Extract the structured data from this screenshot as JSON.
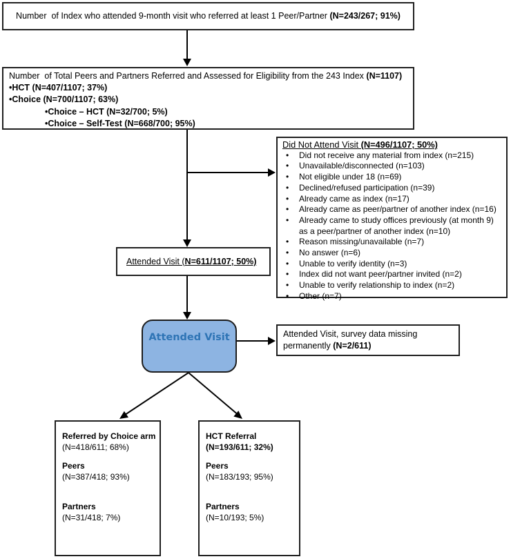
{
  "diagram_title": "Peer/Partner referral and attendance flow",
  "colors": {
    "box_border": "#1f1f1f",
    "attended_fill": "#8DB4E2",
    "attended_text": "#2E74B5",
    "arrow": "#000000",
    "background": "#ffffff"
  },
  "boxes": {
    "index": {
      "text_normal": "Number  of Index who attended 9-month visit who referred at least 1 Peer/Partner ",
      "text_bold": "(N=243/267; 91%)"
    },
    "referred": {
      "title_normal": "Number  of Total Peers and Partners Referred and Assessed for Eligibility from the 243 Index ",
      "title_bold": "(N=1107)",
      "bullets": [
        "•HCT (N=407/1107; 37%)",
        "•Choice (N=700/1107; 63%)",
        "•Choice – HCT (N=32/700; 5%)",
        "•Choice – Self-Test (N=668/700; 95%)"
      ]
    },
    "did_not_attend": {
      "title_normal": "Did Not Attend Visit ",
      "title_bold": "(N=496/1107; 50%)",
      "items": [
        "Did not receive any material from index (n=215)",
        "Unavailable/disconnected (n=103)",
        "Not eligible under 18 (n=69)",
        "Declined/refused participation (n=39)",
        "Already came as index (n=17)",
        "Already came as peer/partner of another index (n=16)",
        "Already came to study offices previously (at month 9) as a peer/partner of another index (n=10)",
        "Reason missing/unavailable (n=7)",
        "No answer (n=6)",
        "Unable to verify identity (n=3)",
        "Index did not want peer/partner invited (n=2)",
        "Unable to verify relationship to index (n=2)",
        "Other (n=7)"
      ]
    },
    "attended_small": {
      "text_normal": "Attended Visit (",
      "text_bold": "N=611/1107; 50%)"
    },
    "attended_main": {
      "label": "Attended Visit"
    },
    "survey_missing": {
      "text_normal": "Attended Visit, survey data missing permanently ",
      "text_bold": "(N=2/611)"
    },
    "choice_arm": {
      "title": "Referred by Choice arm",
      "title_n": "(N=418/611; 68%)",
      "peers_label": "Peers",
      "peers_n": "(N=387/418; 93%)",
      "partners_label": "Partners",
      "partners_n": "(N=31/418; 7%)"
    },
    "hct_referral": {
      "title": "HCT Referral",
      "title_n": "(N=193/611; 32%)",
      "peers_label": "Peers",
      "peers_n": "(N=183/193; 95%)",
      "partners_label": "Partners",
      "partners_n": "(N=10/193; 5%)"
    }
  }
}
